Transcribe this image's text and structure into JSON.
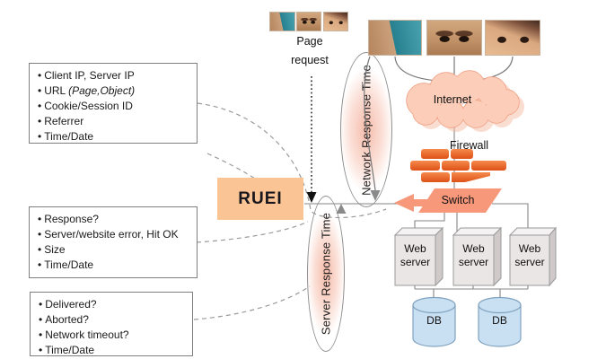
{
  "diagram": {
    "left_boxes": [
      {
        "items": [
          {
            "text": "Client IP, Server IP"
          },
          {
            "text": "URL ",
            "italic": "(Page,Object)"
          },
          {
            "text": "Cookie/Session ID"
          },
          {
            "text": "Referrer"
          },
          {
            "text": "Time/Date"
          }
        ]
      },
      {
        "items": [
          {
            "text": "Response?"
          },
          {
            "text": "Server/website error, Hit OK"
          },
          {
            "text": "Size"
          },
          {
            "text": "Time/Date"
          }
        ]
      },
      {
        "items": [
          {
            "text": "Delivered?"
          },
          {
            "text": "Aborted?"
          },
          {
            "text": "Network timeout?"
          },
          {
            "text": "Time/Date"
          }
        ]
      }
    ],
    "ruei_label": "RUEI",
    "page_request_line1": "Page",
    "page_request_line2": "request",
    "network_response_label": "Network Response Time",
    "server_response_label": "Server Response Time",
    "internet_label": "Internet",
    "firewall_label": "Firewall",
    "switch_label": "Switch",
    "web_servers": [
      {
        "label": "Web server"
      },
      {
        "label": "Web server"
      },
      {
        "label": "Web server"
      }
    ],
    "databases": [
      {
        "label": "DB"
      },
      {
        "label": "DB"
      }
    ],
    "colors": {
      "ruei_box": "#FAC494",
      "cloud_fill": "#FCCDB8",
      "cloud_border": "#EE9B7E",
      "switch_fill": "#F8987B",
      "brick_orange": "#E4571E",
      "db_fill": "#C9DFF2",
      "db_border": "#7FA2BF",
      "oval_pink": "#F5BCAB",
      "line_gray": "#858585"
    },
    "icons": {
      "user_photos": "user-face-photo",
      "cloud": "internet-cloud-icon",
      "firewall": "brick-wall-icon",
      "switch": "switch-left-arrow-icon",
      "web_server": "server-box-3d-icon",
      "database": "database-cylinder-icon"
    }
  }
}
